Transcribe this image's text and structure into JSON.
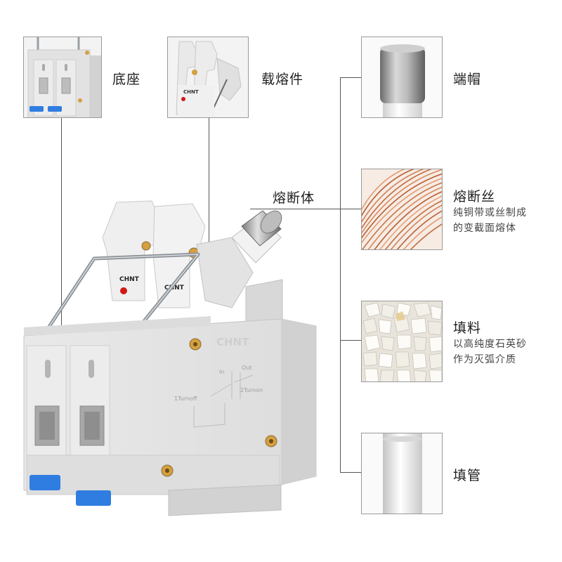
{
  "labels": {
    "base": "底座",
    "carrier": "载熔件",
    "fuse_body": "熔断体",
    "end_cap": "端帽",
    "fuse_wire": "熔断丝",
    "filler": "填料",
    "tube": "填管"
  },
  "descriptions": {
    "fuse_wire_line1": "纯铜带或丝制成",
    "fuse_wire_line2": "的变截面熔体",
    "filler_line1": "以高纯度石英砂",
    "filler_line2": "作为灭弧介质"
  },
  "product": {
    "brand": "CHNT",
    "in_label": "In",
    "out_label": "Out",
    "step1": "1Turnoff",
    "step2": "2Turnon"
  },
  "colors": {
    "body": "#e6e6e6",
    "body_shadow": "#cfcfcf",
    "latch_blue": "#2f7de0",
    "brass": "#d4a040",
    "copper": "#c8744a",
    "indicator_red": "#d01818"
  }
}
